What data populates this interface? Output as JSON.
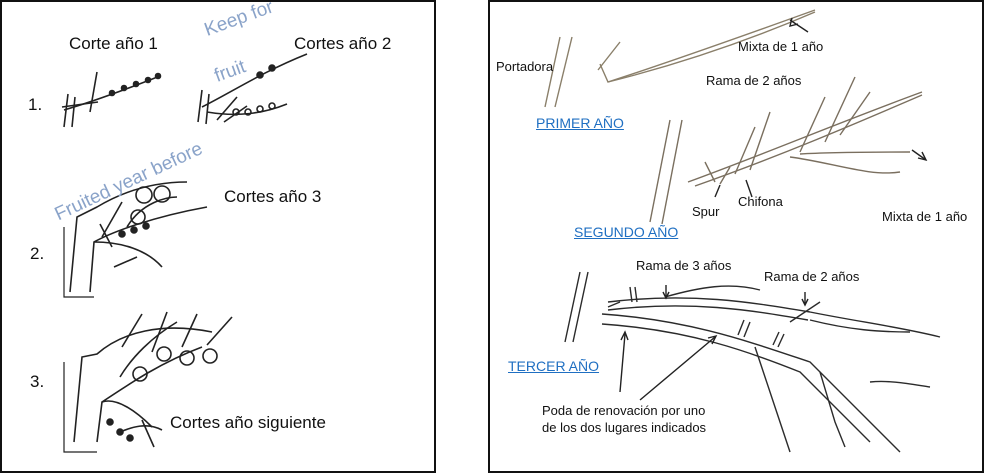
{
  "left_panel": {
    "corte_1": "Corte año 1",
    "cortes_2": "Cortes año 2",
    "keep_line1": "Keep for",
    "keep_line2": "fruit",
    "fruited": "Fruited year before",
    "cortes_3": "Cortes año 3",
    "cortes_sig": "Cortes año siguiente",
    "n1": "1.",
    "n2": "2.",
    "n3": "3."
  },
  "right_panel": {
    "mixta_1": "Mixta de 1 año",
    "portadora": "Portadora",
    "rama_2": "Rama de 2 años",
    "primer": "PRIMER AÑO",
    "spur": "Spur",
    "chifona": "Chifona",
    "mixta_2": "Mixta de 1 año",
    "segundo": "SEGUNDO AÑO",
    "rama_3": "Rama de 3 años",
    "rama_2b": "Rama de 2 años",
    "tercer": "TERCER AÑO",
    "poda_line1": "Poda de renovación por uno",
    "poda_line2": "de los dos lugares indicados"
  },
  "colors": {
    "accent_blue": "#1f6fc2",
    "annotation_gray": "#8aa3c9"
  }
}
